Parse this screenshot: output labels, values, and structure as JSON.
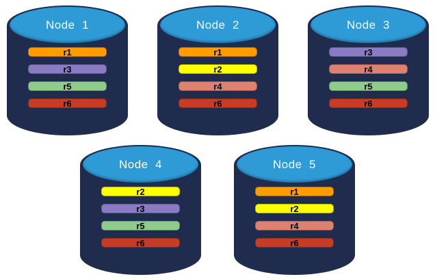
{
  "colors": {
    "cylinder_body": "#1f2c4e",
    "cylinder_top": "#2e9bd6",
    "node_label_text": "#ffffff",
    "bar_text": "#000000"
  },
  "partition_colors": {
    "r1": "#ff9c00",
    "r2": "#ffff00",
    "r3": "#8b7bc5",
    "r4": "#dd8271",
    "r5": "#8fcb8b",
    "r6": "#c43d24"
  },
  "nodes": [
    {
      "label": "Node  1",
      "row": "top",
      "partitions": [
        "r1",
        "r3",
        "r5",
        "r6"
      ]
    },
    {
      "label": "Node  2",
      "row": "top",
      "partitions": [
        "r1",
        "r2",
        "r4",
        "r6"
      ]
    },
    {
      "label": "Node  3",
      "row": "top",
      "partitions": [
        "r3",
        "r4",
        "r5",
        "r6"
      ]
    },
    {
      "label": "Node  4",
      "row": "bottom",
      "partitions": [
        "r2",
        "r3",
        "r5",
        "r6"
      ]
    },
    {
      "label": "Node  5",
      "row": "bottom",
      "partitions": [
        "r1",
        "r2",
        "r4",
        "r6"
      ]
    }
  ]
}
